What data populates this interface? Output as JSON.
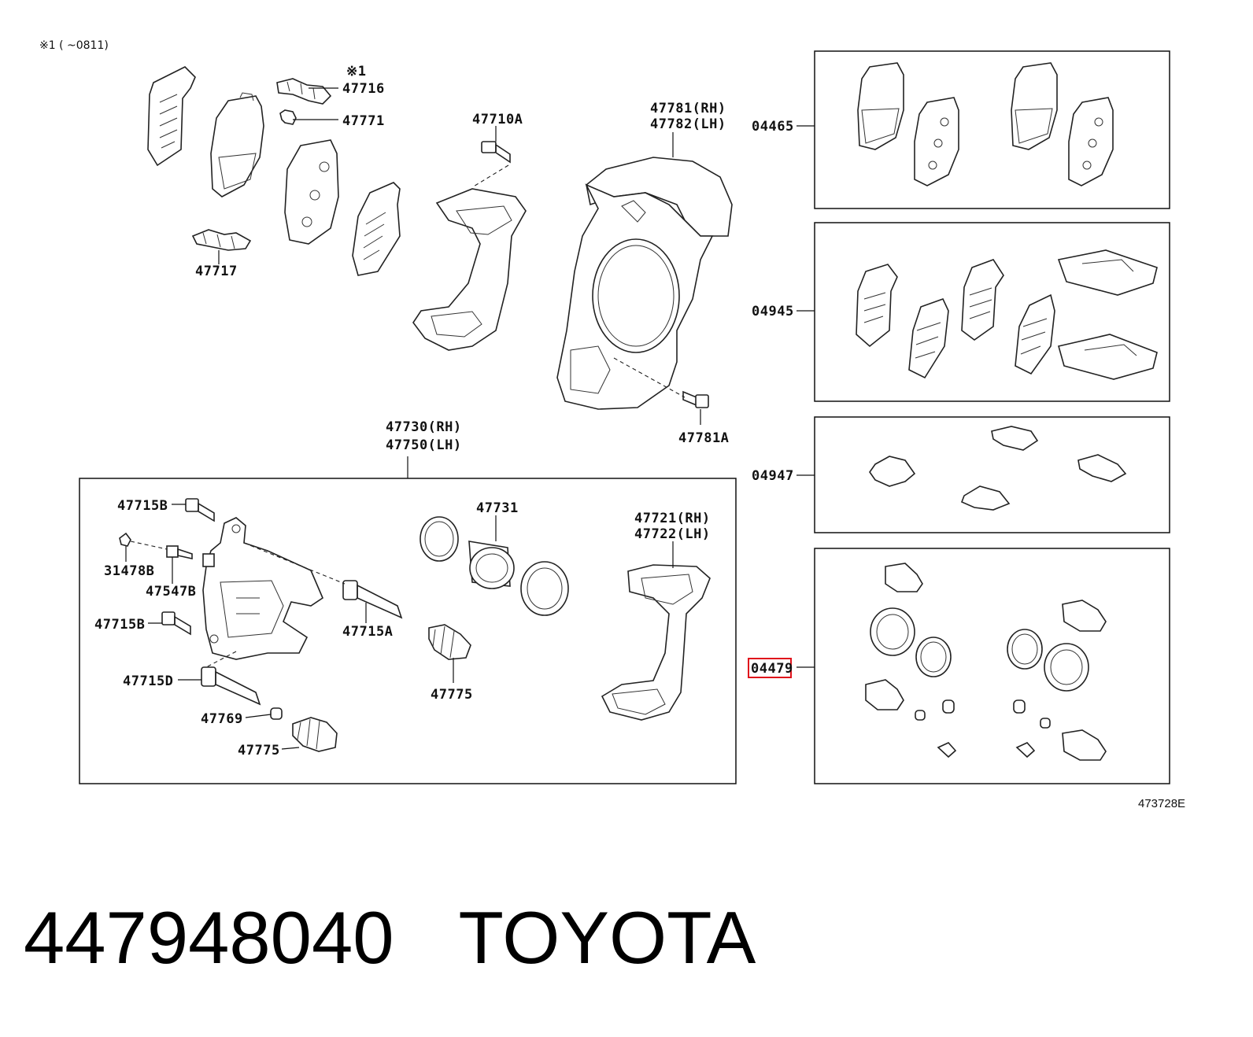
{
  "note": "※1 (      ~0811)",
  "labels": {
    "p47716_note": "※1",
    "p47716": "47716",
    "p47771": "47771",
    "p47717": "47717",
    "p47710A": "47710A",
    "p47781": "47781(RH)",
    "p47782": "47782(LH)",
    "p47781A": "47781A",
    "p47730": "47730(RH)",
    "p47750": "47750(LH)",
    "p47715B_top": "47715B",
    "p31478B": "31478B",
    "p47547B": "47547B",
    "p47715B_mid": "47715B",
    "p47715D": "47715D",
    "p47769": "47769",
    "p47775_left": "47775",
    "p47715A": "47715A",
    "p47731": "47731",
    "p47775_mid": "47775",
    "p47721": "47721(RH)",
    "p47722": "47722(LH)",
    "kit04465": "04465",
    "kit04945": "04945",
    "kit04947": "04947",
    "kit04479": "04479"
  },
  "ref_code": "473728E",
  "caption": {
    "part_number": "447948040",
    "brand": "TOYOTA"
  },
  "colors": {
    "line": "#222222",
    "highlight": "#e0121b"
  }
}
